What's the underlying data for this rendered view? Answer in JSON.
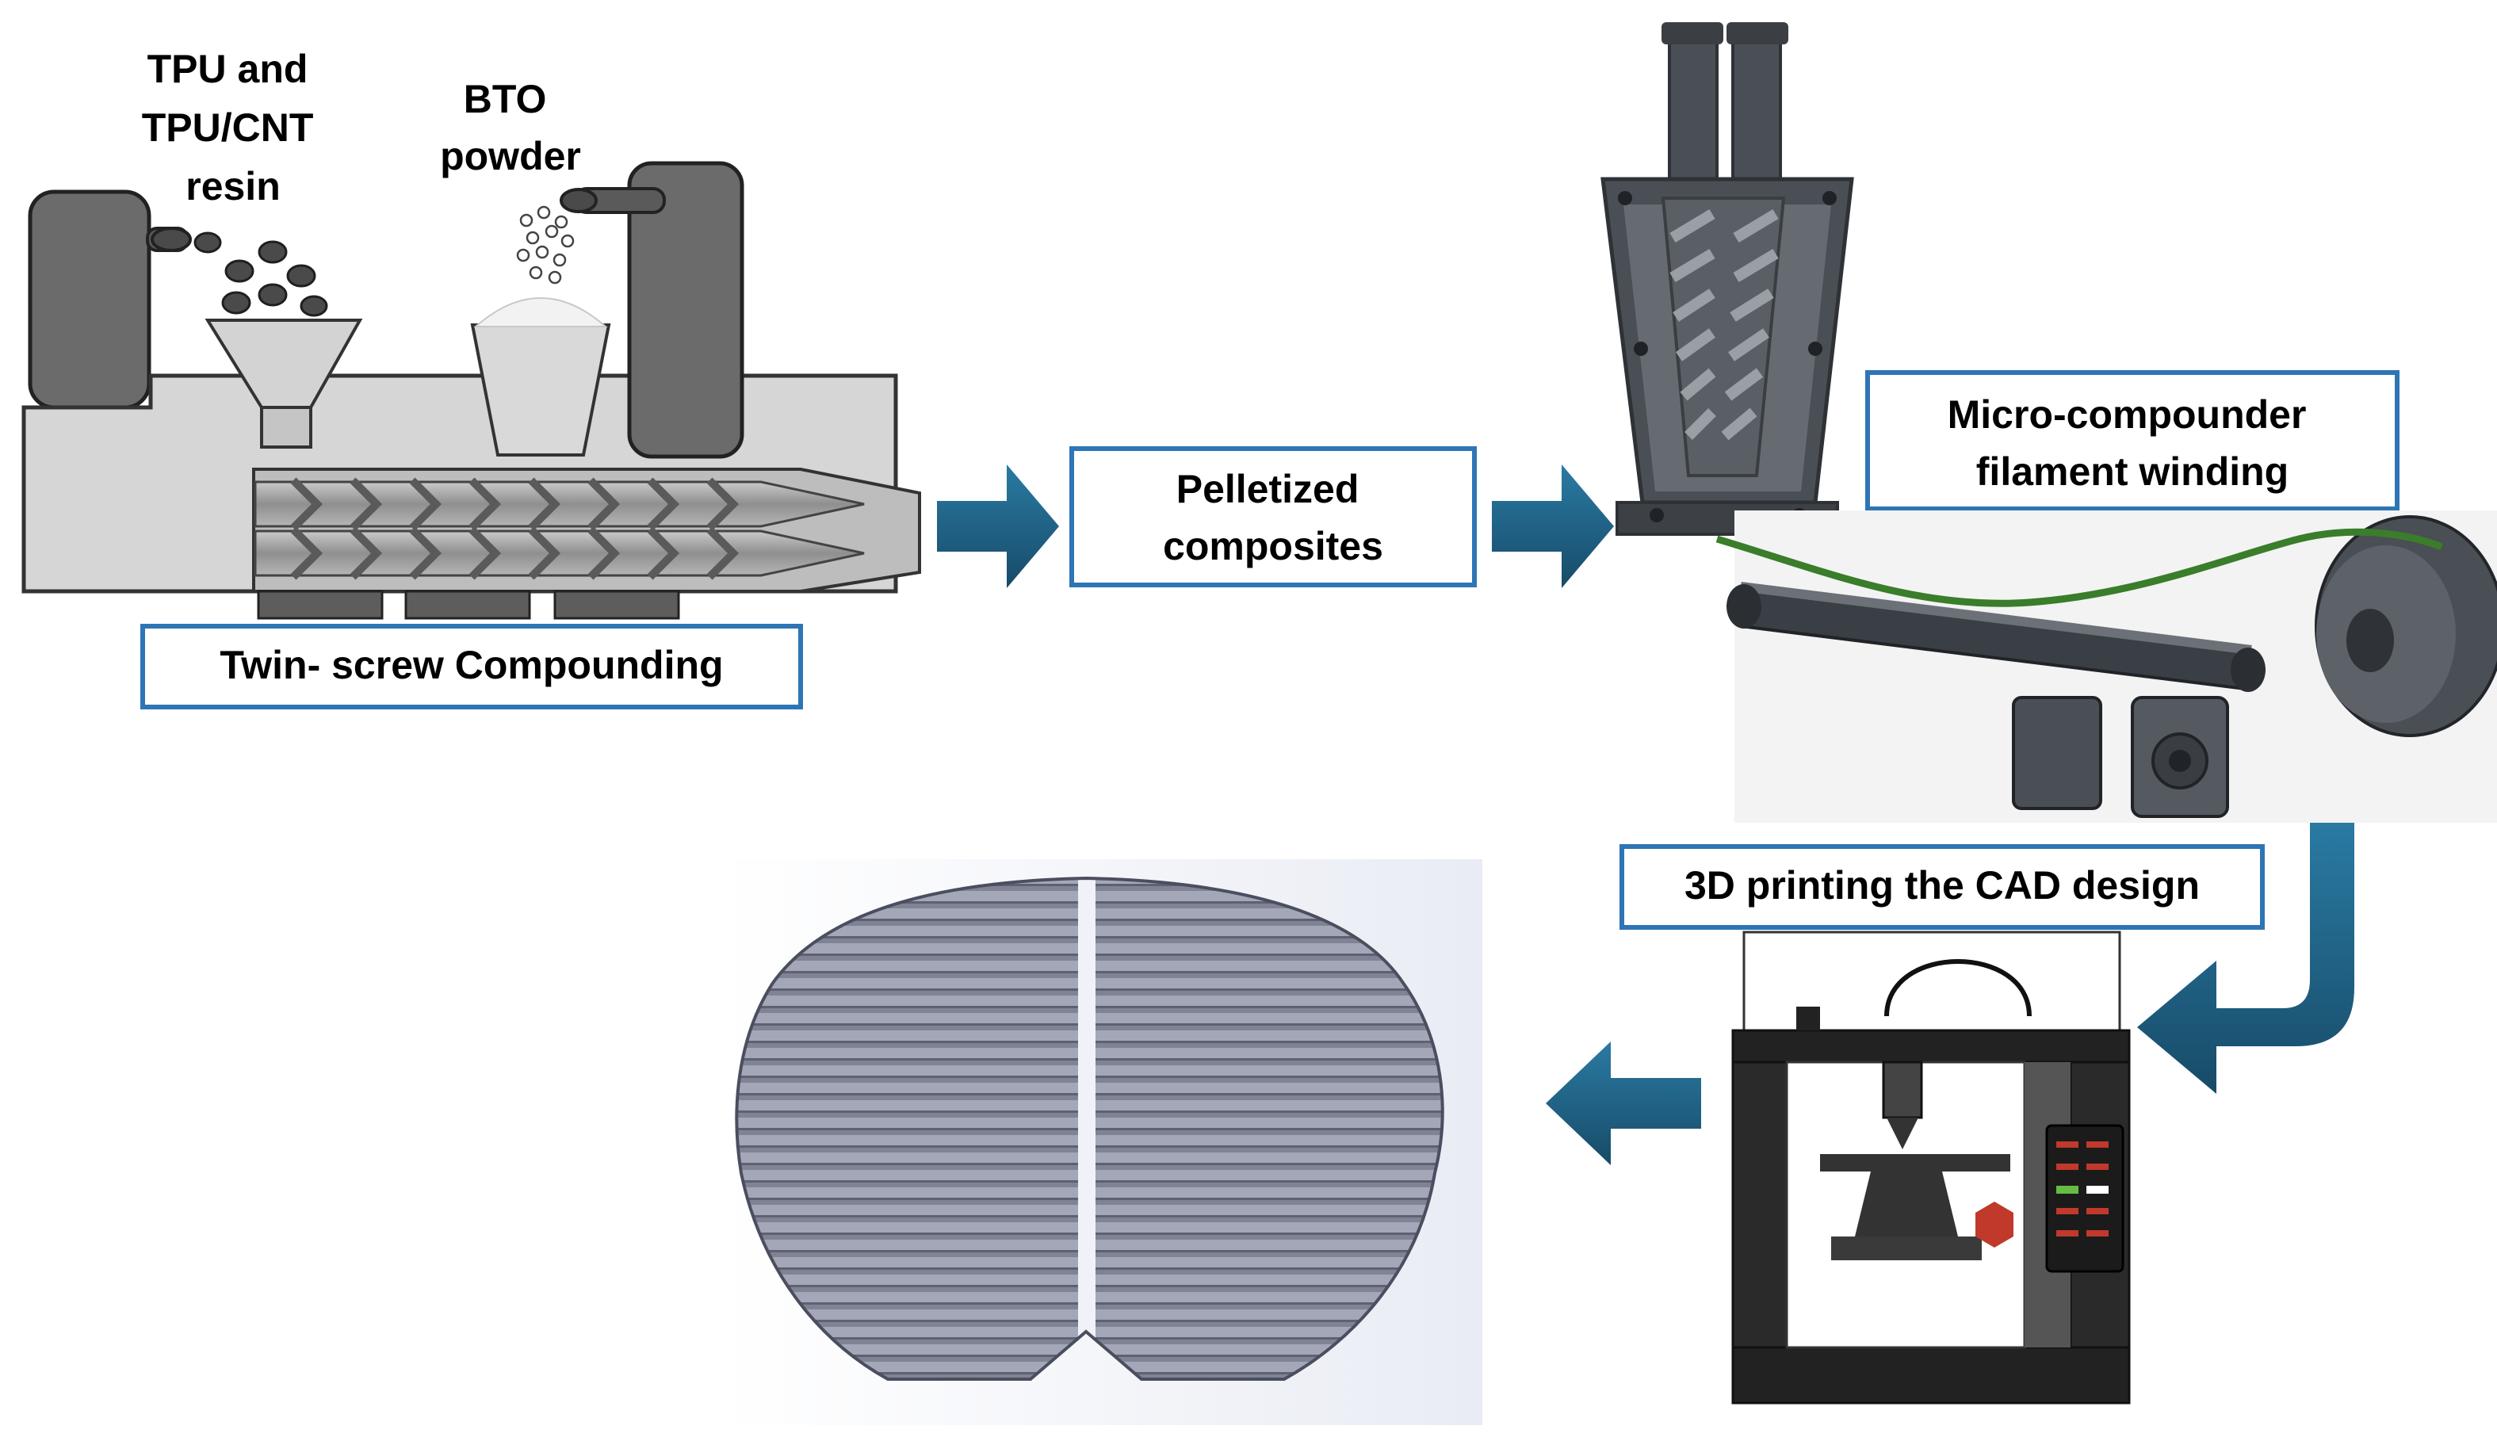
{
  "labels": {
    "input_resin": [
      "TPU  and",
      "TPU/CNT",
      "resin"
    ],
    "input_powder": [
      "BTO",
      "powder"
    ]
  },
  "steps": {
    "twin_screw": "Twin- screw Compounding",
    "pelletized": [
      "Pelletized",
      "composites"
    ],
    "micro_compounder": [
      "Micro-compounder",
      "filament winding"
    ],
    "printing": "3D printing the CAD design"
  },
  "colors": {
    "box_border": "#2E75B6",
    "arrow": "#1F5F82",
    "filament": "#3A7D2A",
    "machine_dark": "#4A4F55",
    "part_gray": "#8C8F9E"
  },
  "icons": [
    "twin-screw-extruder-icon",
    "micro-compounder-icon",
    "filament-winder-icon",
    "3d-printer-icon",
    "printed-part-icon"
  ]
}
